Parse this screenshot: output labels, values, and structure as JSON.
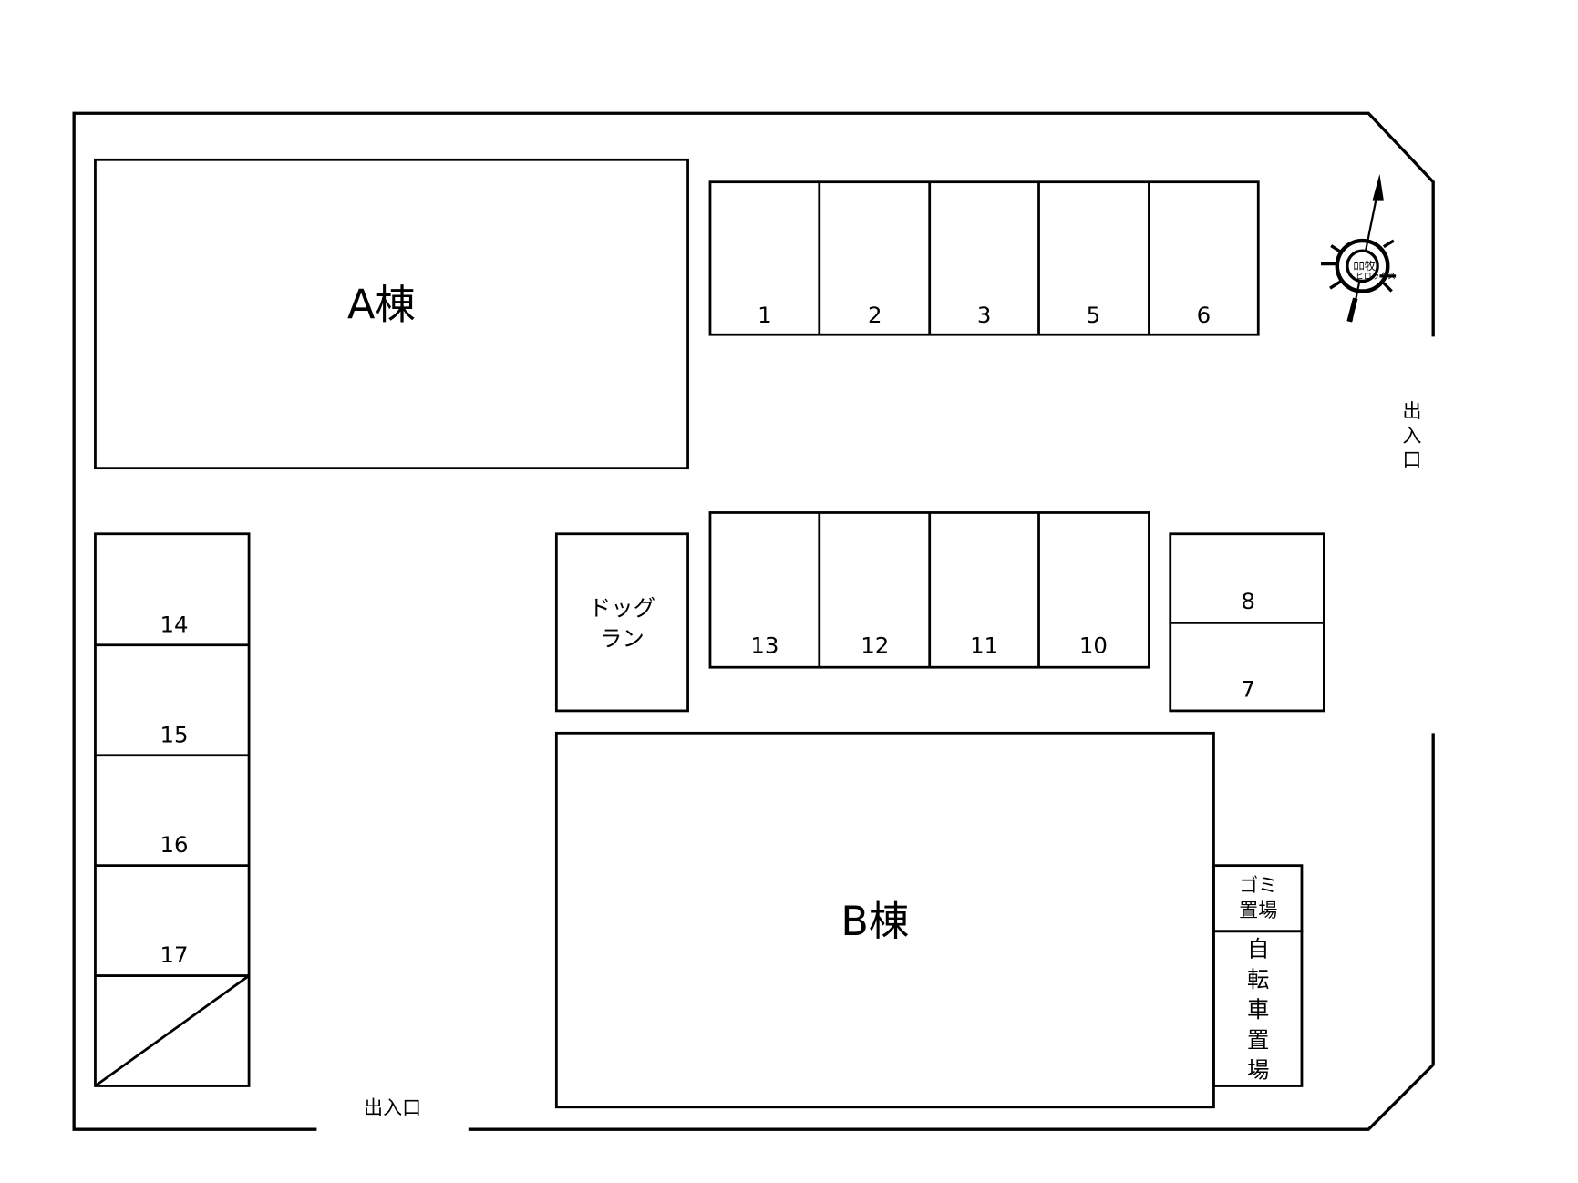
{
  "buildings": {
    "a": "A棟",
    "b": "B棟"
  },
  "parking_top": [
    "1",
    "2",
    "3",
    "5",
    "6"
  ],
  "parking_mid": [
    "13",
    "12",
    "11",
    "10"
  ],
  "parking_right": [
    "8",
    "7"
  ],
  "parking_left": [
    "14",
    "15",
    "16",
    "17"
  ],
  "dog_run": [
    "ドッグ",
    "ラン"
  ],
  "garbage": [
    "ゴミ",
    "置場"
  ],
  "bicycle": [
    "自",
    "転",
    "車",
    "置",
    "場"
  ],
  "entrance_right": [
    "出",
    "入",
    "口"
  ],
  "entrance_bottom": "出入口",
  "compass": {
    "logo_text": "ヒロックス",
    "mark": "ﾛﾛ牧"
  }
}
